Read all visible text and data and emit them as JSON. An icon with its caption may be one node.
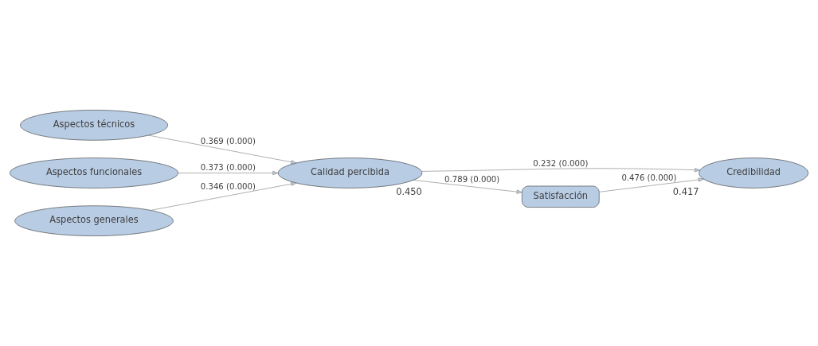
{
  "diagram": {
    "nodes": [
      {
        "text": [
          "Aspectos técnicos"
        ]
      },
      {
        "text": [
          "Aspectos funcionales"
        ]
      },
      {
        "text": [
          "Aspectos generales"
        ]
      },
      {
        "text": [
          "Calidad percibida"
        ],
        "beside": [
          "0.450"
        ]
      },
      {
        "text": [
          "Credibilidad"
        ],
        "beside": [
          "0.417"
        ]
      },
      {
        "text": [
          "Satisfacción"
        ]
      }
    ],
    "edges": [
      {
        "from": 0,
        "to": 3,
        "arrow": "to",
        "label": "0.369 (0.000)"
      },
      {
        "from": 1,
        "to": 3,
        "arrow": "to",
        "label": "0.373 (0.000)"
      },
      {
        "from": 2,
        "to": 3,
        "arrow": "to",
        "label": "0.346 (0.000)"
      },
      {
        "from": 3,
        "to": 4,
        "arrow": "to",
        "label": "0.232 (0.000)"
      },
      {
        "from": 3,
        "to": 5,
        "arrow": "to",
        "label": "0.789 (0.000)"
      },
      {
        "from": 5,
        "to": 4,
        "arrow": "to",
        "label": "0.476 (0.000)"
      }
    ]
  }
}
